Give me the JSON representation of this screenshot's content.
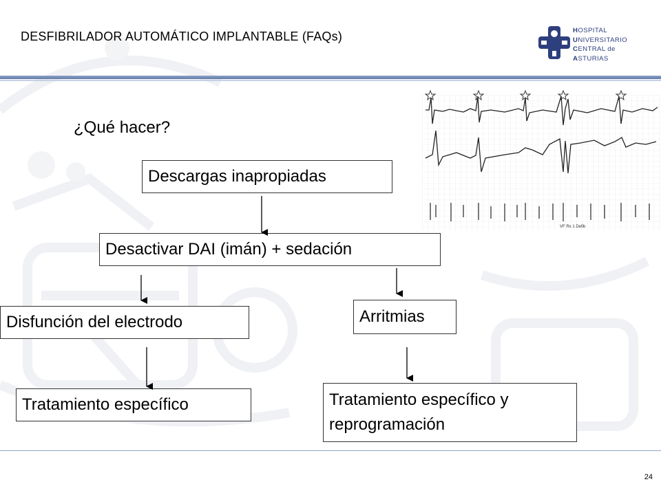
{
  "header": {
    "title": "DESFIBRILADOR AUTOMÁTICO IMPLANTABLE (FAQs)",
    "logo": {
      "lines": [
        {
          "initial": "H",
          "rest": "OSPITAL"
        },
        {
          "initial": "U",
          "rest": "NIVERSITARIO"
        },
        {
          "initial": "C",
          "rest": "ENTRAL de"
        },
        {
          "initial": "A",
          "rest": "STURIAS"
        }
      ],
      "color": "#2e3f7e",
      "icon": "hospital-cross-logo-icon"
    }
  },
  "question": "¿Qué hacer?",
  "flow": {
    "n1": "Descargas inapropiadas",
    "n2": "Desactivar DAI (imán) + sedación",
    "n3": "Disfunción del electrodo",
    "n4": "Arritmias",
    "n5": "Tratamiento específico",
    "n6_line1": "Tratamiento específico y",
    "n6_line2": "reprogramación"
  },
  "ecg": {
    "icon": "ecg-strip-image",
    "caption": "VF Rx 1 Defib",
    "marker_icon": "star-icon"
  },
  "footer": {
    "page_number": "24"
  },
  "colors": {
    "accent_bar": "#6f89b5",
    "logo_blue": "#2e3f7e"
  }
}
